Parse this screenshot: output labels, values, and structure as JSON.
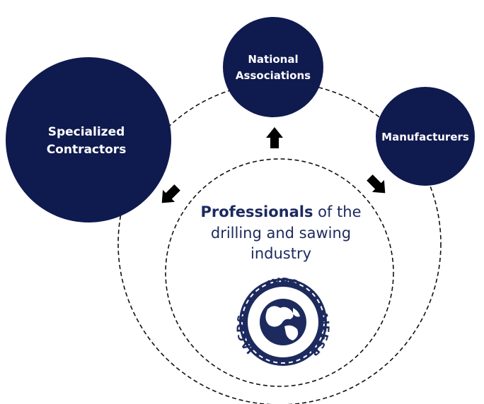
{
  "nodes": {
    "specialized_contractors": {
      "line1": "Specialized",
      "line2": "Contractors"
    },
    "national_associations": {
      "line1": "National",
      "line2": "Associations"
    },
    "manufacturers": {
      "label": "Manufacturers"
    }
  },
  "center": {
    "bold": "Professionals",
    "rest1": " of the",
    "line2": "drilling and sawing",
    "line3": "industry"
  },
  "logo": {
    "top": "IVBS",
    "left": "IACDS",
    "right": "AIEFSB"
  },
  "colors": {
    "node_fill": "#0f1a4f",
    "text": "#1c2a5e",
    "arrow": "#000000"
  }
}
